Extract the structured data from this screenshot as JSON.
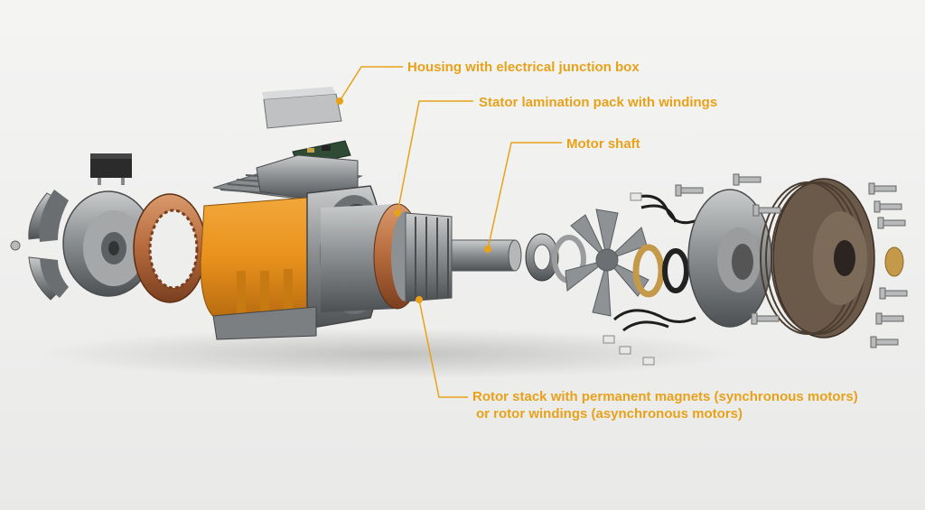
{
  "labels": {
    "housing": "Housing with electrical junction box",
    "stator": "Stator lamination pack with windings",
    "shaft": "Motor shaft",
    "rotor_line1": "Rotor stack with permanent magnets (synchronous motors)",
    "rotor_line2": "or rotor windings (asynchronous motors)"
  },
  "colors": {
    "label": "#e8a21a",
    "housing_orange": "#e8921c",
    "copper": "#b5693c",
    "steel": "#9a9c9e",
    "dark_steel": "#5d6063",
    "background": "#f1f1f0"
  }
}
